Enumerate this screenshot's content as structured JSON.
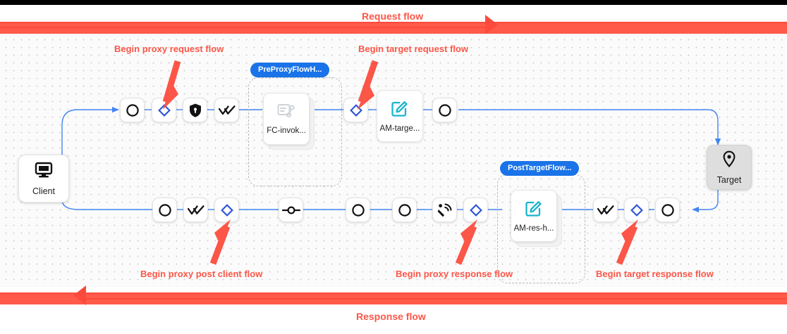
{
  "colors": {
    "flow_red": "#fc4a3c",
    "label_red": "#fc5648",
    "wire_blue": "#4285f4",
    "pill_blue": "#1a73e8",
    "diamond_blue": "#2b54d6",
    "am_icon_teal": "#1bb4cc",
    "target_fill": "#dedede"
  },
  "banners": {
    "request": {
      "label": "Request flow",
      "direction": "right"
    },
    "response": {
      "label": "Response flow",
      "direction": "left"
    }
  },
  "endpoints": {
    "client": {
      "label": "Client",
      "icon": "monitor-icon"
    },
    "target": {
      "label": "Target",
      "icon": "location-pin-icon"
    }
  },
  "groups": [
    {
      "id": "preproxy",
      "pill": "PreProxyFlowH...",
      "card": {
        "label": "FC-invok...",
        "icon": "flow-callout-icon"
      }
    },
    {
      "id": "posttarget",
      "pill": "PostTargetFlow...",
      "card": {
        "label": "AM-res-h...",
        "icon": "assign-message-icon"
      }
    }
  ],
  "standalone_cards": [
    {
      "id": "am-target",
      "label": "AM-targe...",
      "icon": "assign-message-icon"
    }
  ],
  "request_row_nodes": [
    {
      "id": "req-n1",
      "icon": "circle-icon"
    },
    {
      "id": "req-n2",
      "icon": "diamond-icon"
    },
    {
      "id": "req-n3",
      "icon": "shield-lock-icon"
    },
    {
      "id": "req-n4",
      "icon": "double-check-icon"
    },
    {
      "id": "req-n5",
      "icon": "diamond-icon"
    },
    {
      "id": "req-n6",
      "icon": "circle-icon"
    }
  ],
  "response_row_nodes": [
    {
      "id": "res-n1",
      "icon": "circle-icon"
    },
    {
      "id": "res-n2",
      "icon": "double-check-icon"
    },
    {
      "id": "res-n3",
      "icon": "diamond-icon"
    },
    {
      "id": "res-n4",
      "icon": "connector-node-icon"
    },
    {
      "id": "res-n5",
      "icon": "circle-icon"
    },
    {
      "id": "res-n6",
      "icon": "circle-icon"
    },
    {
      "id": "res-n7",
      "icon": "broadcast-icon"
    },
    {
      "id": "res-n8",
      "icon": "diamond-icon"
    },
    {
      "id": "res-n9",
      "icon": "double-check-icon"
    },
    {
      "id": "res-n10",
      "icon": "diamond-icon"
    },
    {
      "id": "res-n11",
      "icon": "circle-icon"
    }
  ],
  "annotations": [
    {
      "id": "anno-proxy-request",
      "text": "Begin proxy request flow"
    },
    {
      "id": "anno-target-request",
      "text": "Begin target request flow"
    },
    {
      "id": "anno-proxy-post-client",
      "text": "Begin proxy post client flow"
    },
    {
      "id": "anno-proxy-response",
      "text": "Begin proxy response flow"
    },
    {
      "id": "anno-target-response",
      "text": "Begin target response flow"
    }
  ]
}
